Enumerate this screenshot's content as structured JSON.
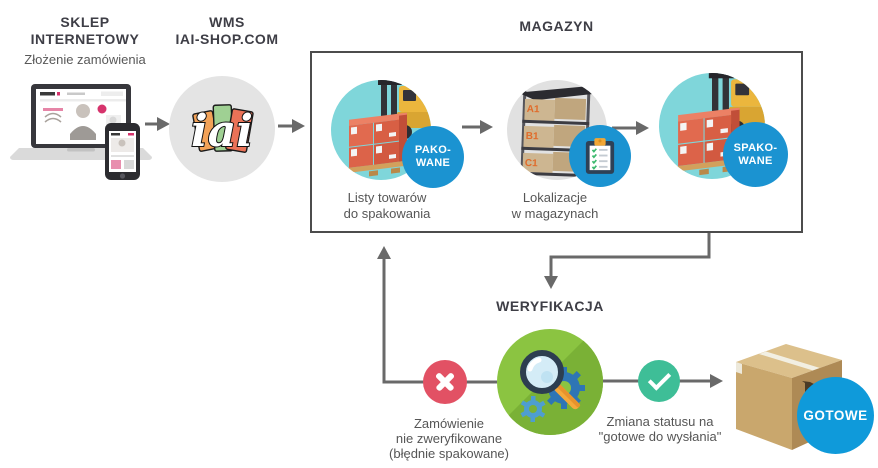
{
  "shop": {
    "title_line1": "SKLEP",
    "title_line2": "INTERNETOWY",
    "subtitle": "Złożenie zamówienia"
  },
  "wms": {
    "title_line1": "WMS",
    "title_line2": "IAI-SHOP.COM",
    "logo_text": "iai"
  },
  "magazyn": {
    "title": "MAGAZYN",
    "steps": [
      {
        "badge_line1": "PAKO-",
        "badge_line2": "WANE",
        "label_line1": "Listy towarów",
        "label_line2": "do spakowania"
      },
      {
        "badge_icon": "clipboard-checklist-icon",
        "label_line1": "Lokalizacje",
        "label_line2": "w magazynach",
        "shelf_labels": [
          "A1",
          "B1",
          "C1"
        ]
      },
      {
        "badge_line1": "SPAKO-",
        "badge_line2": "WANE"
      }
    ]
  },
  "weryfikacja": {
    "title": "WERYFIKACJA"
  },
  "fail": {
    "line1": "Zamówienie",
    "line2": "nie zweryfikowane",
    "line3": "(błędnie spakowane)"
  },
  "success": {
    "line1": "Zmiana statusu na",
    "line2": "\"gotowe do wysłania\""
  },
  "gotowe": {
    "badge_label": "GOTOWE"
  },
  "colors": {
    "accent_blue": "#1B93D1",
    "gotowe_blue": "#0F9ADA",
    "teal_circle": "#7FD6DA",
    "gray_circle": "#E1E1E1",
    "verify_green": "#8BC441",
    "verify_shadow_green": "#7AB136",
    "error_red": "#E25164",
    "success_green": "#3EBE97",
    "connector_gray": "#696969",
    "heading_text": "#3E3E46",
    "body_text": "#585858"
  }
}
